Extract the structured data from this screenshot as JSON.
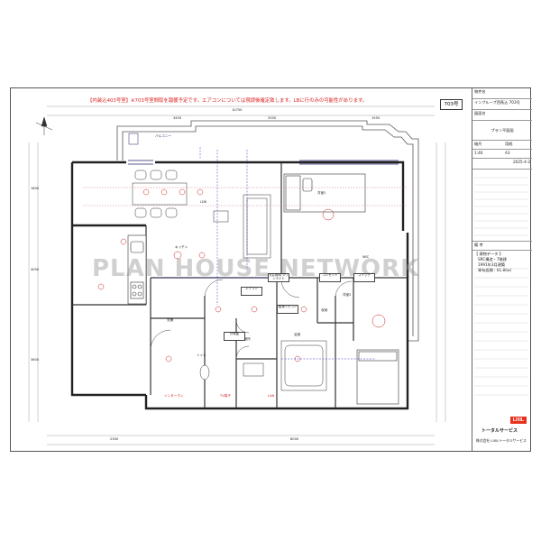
{
  "notice": "【内装込403号室】※703号室間取を踏襲予定です。エアコンについては現調後確定致します。LBに行のみの可能性があります。",
  "room_number": "703号",
  "watermark": "PLAN HOUSE NETWORK",
  "title_block": {
    "property_label": "物件名",
    "property_name": "インプループ西馬込 703号",
    "plan_label": "図面名",
    "plan_name": "プラン平面図",
    "scale_label": "縮尺",
    "size_label": "用紙",
    "scale_value": "1:40",
    "size_value": "A3",
    "date": "2025-4-2",
    "remarks_label": "備 考",
    "remarks_title": "【 建物データ 】",
    "remarks_lines": [
      "SRC構造・7階建",
      "1991年3月建築",
      "専有面積 : 61.80㎡"
    ],
    "brand": "LIXIL",
    "brand_sub": "トータルサービス",
    "company": "株式会社 LIXILトータルサービス"
  },
  "room_labels": {
    "ldk": "LDK",
    "bed1": "洋室1",
    "bed2": "洋室2",
    "kitchen": "キッチン",
    "entrance": "玄関",
    "toilet": "トイレ",
    "washroom": "洗面所",
    "bath": "浴室",
    "closet": "収納",
    "wic": "WIC",
    "balcony": "バルコニー"
  },
  "dims": {
    "top_total": "10750",
    "top_a": "3450",
    "top_b": "3350",
    "top_c": "1950",
    "bottom_a": "2300",
    "bottom_b": "8000",
    "left_a": "1800",
    "left_b": "4050",
    "left_c": "3600"
  },
  "annotations": [
    "天井照明 ダウンライト",
    "コンセント",
    "スイッチ",
    "エアコン",
    "分電盤",
    "給湯リモコン",
    "インターホン",
    "TV端子",
    "LAN"
  ]
}
